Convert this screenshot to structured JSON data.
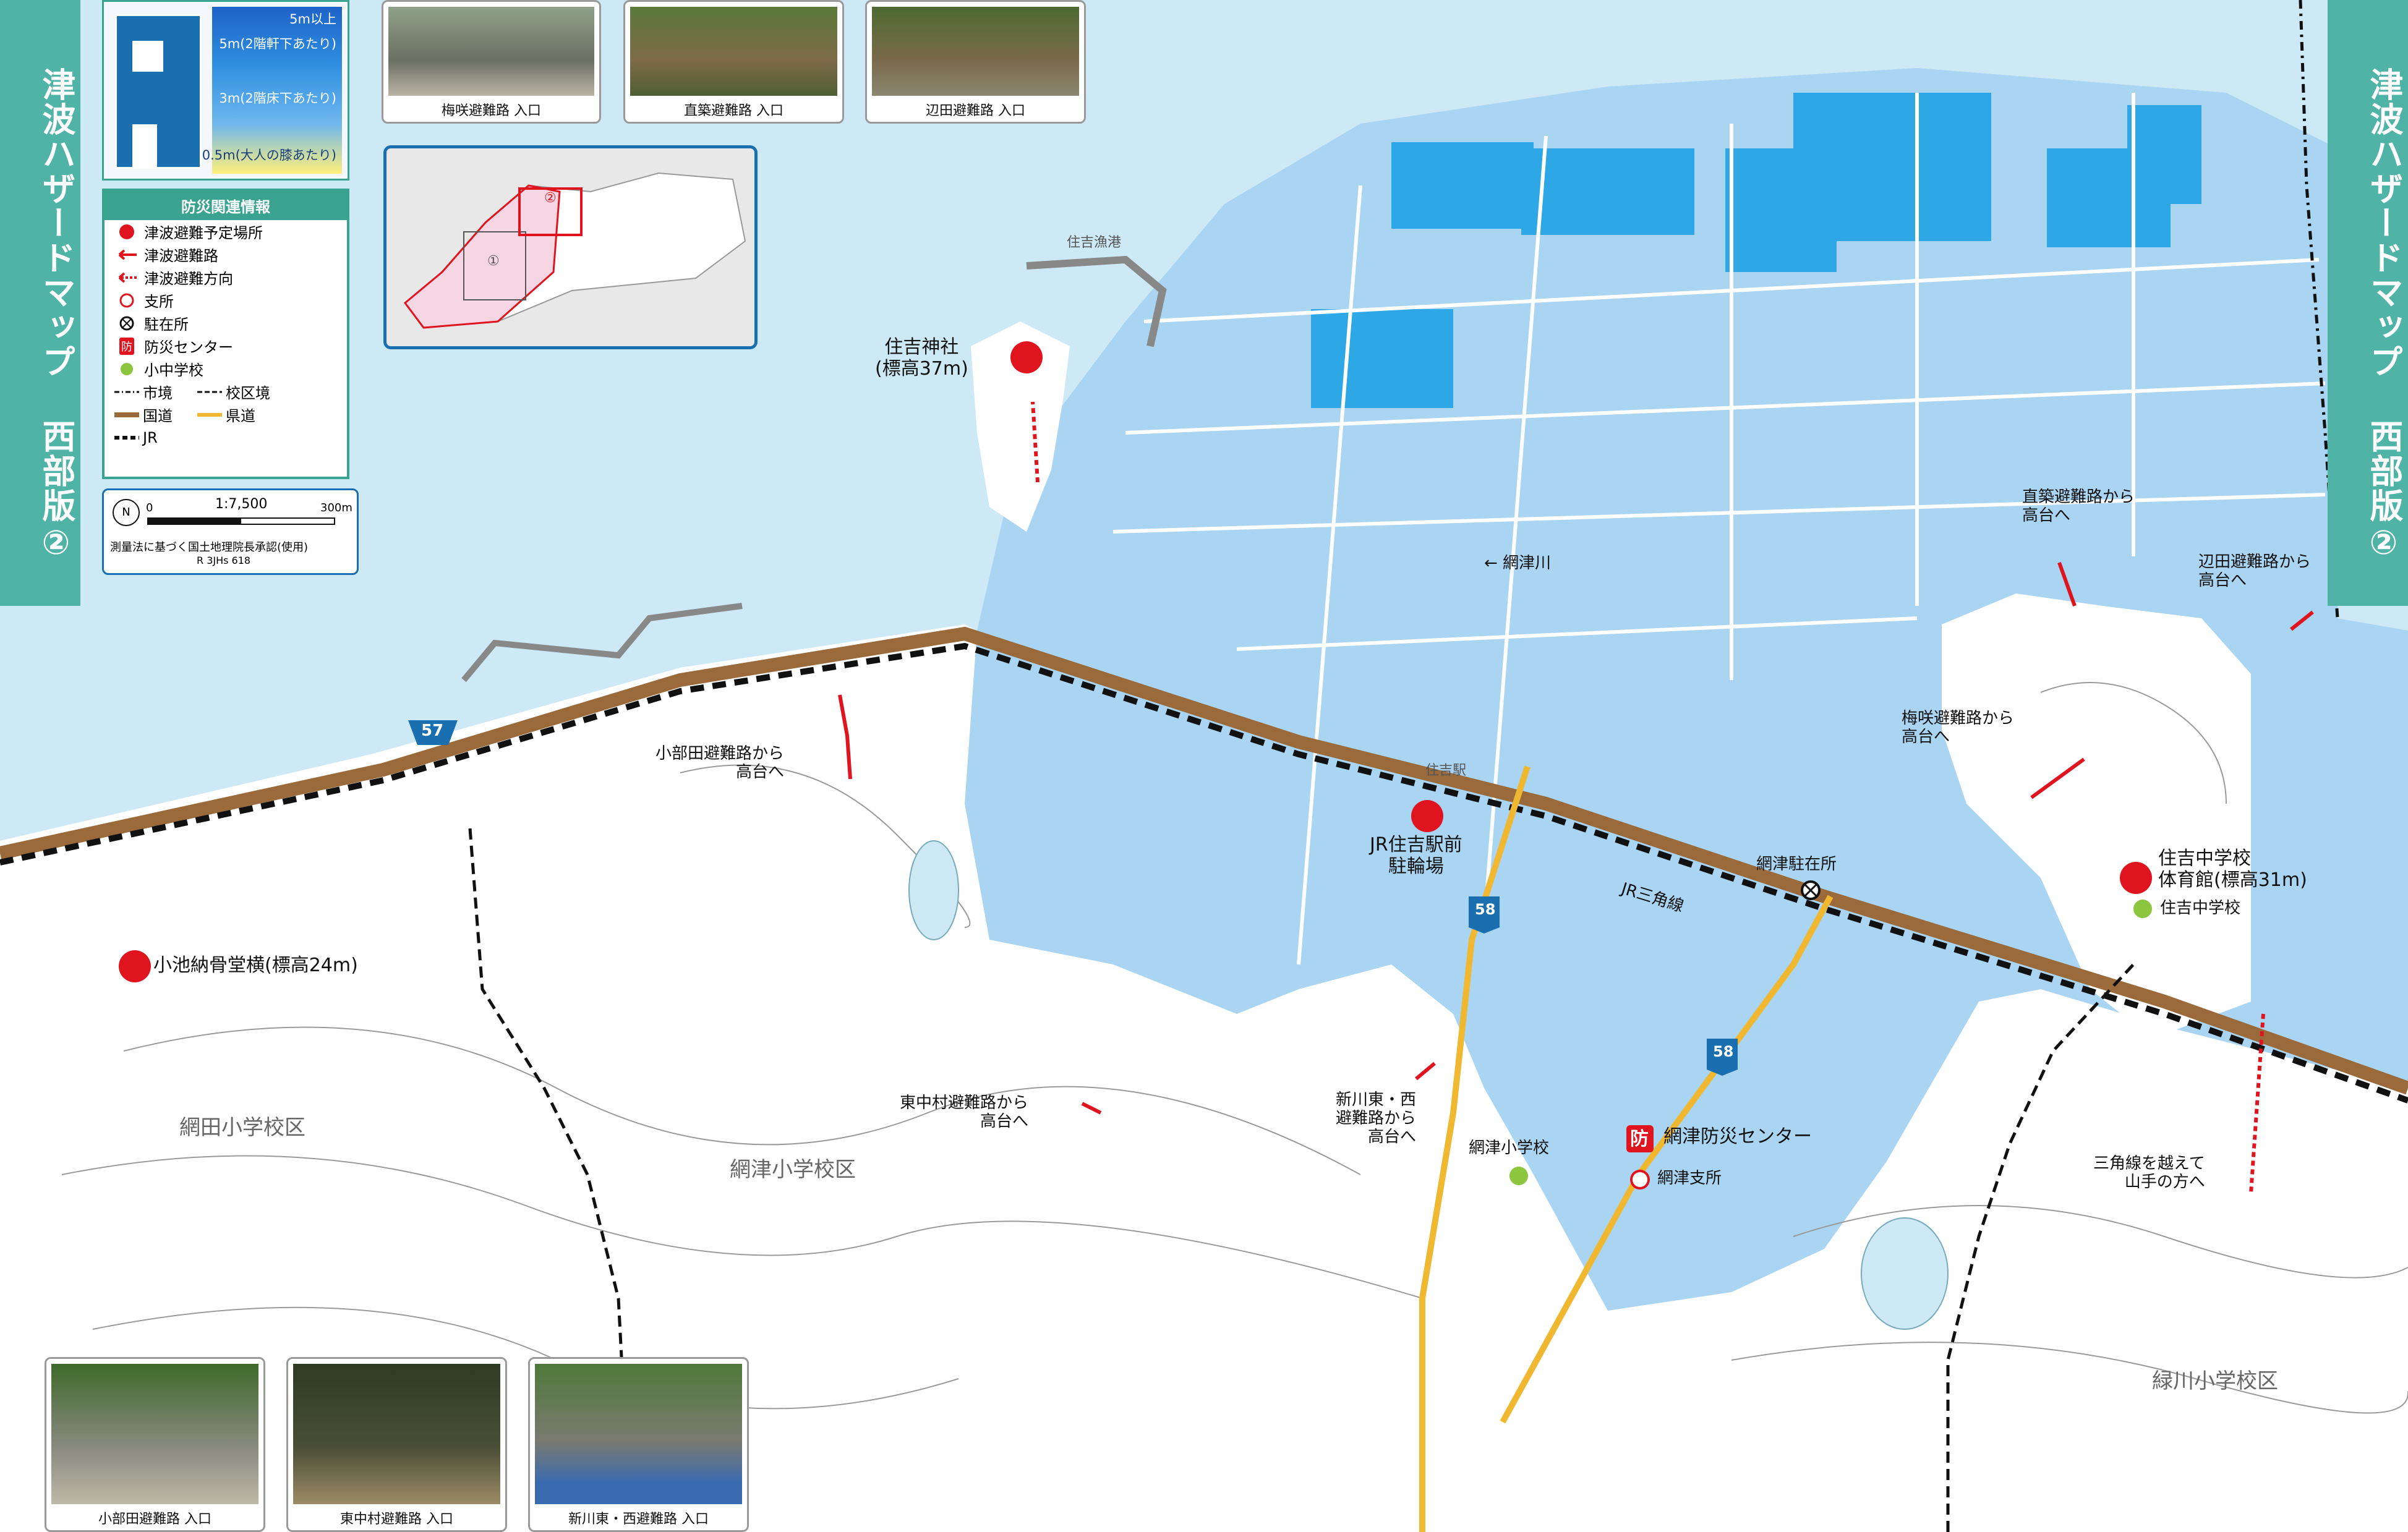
{
  "side_tab": {
    "left": "津波ハザードマップ 西部版②",
    "right": "津波ハザードマップ 西部版②"
  },
  "depth_legend": {
    "levels": [
      {
        "label": "5m以上",
        "color": "#1e63c8"
      },
      {
        "label": "5m(2階軒下あたり)",
        "color": "#2f8fe0"
      },
      {
        "label": "3m(2階床下あたり)",
        "color": "#6fb7ee"
      },
      {
        "label": "0.5m(大人の膝あたり)",
        "color": "#fff07a"
      }
    ]
  },
  "legend": {
    "title": "防災関連情報",
    "items": [
      {
        "symbol": "red-dot-icon",
        "label": "津波避難予定場所"
      },
      {
        "symbol": "red-arrow-icon",
        "label": "津波避難路"
      },
      {
        "symbol": "red-dotted-arrow-icon",
        "label": "津波避難方向"
      },
      {
        "symbol": "red-circle-icon",
        "label": "支所"
      },
      {
        "symbol": "police-box-icon",
        "label": "駐在所"
      },
      {
        "symbol": "disaster-center-icon",
        "label": "防災センター"
      },
      {
        "symbol": "green-dot-icon",
        "label": "小中学校"
      }
    ],
    "lines": [
      {
        "label": "市境",
        "label2": "校区境"
      },
      {
        "label": "国道",
        "label2": "県道"
      },
      {
        "label": "JR",
        "label2": ""
      }
    ],
    "disaster_icon_char": "防"
  },
  "scale": {
    "ratio": "1:7,500",
    "start": "0",
    "end": "300m",
    "north": "N",
    "note1": "測量法に基づく国土地理院長承認(使用)",
    "note2": "R 3JHs 618"
  },
  "photos_top": [
    {
      "caption": "梅咲避難路 入口"
    },
    {
      "caption": "直築避難路 入口"
    },
    {
      "caption": "辺田避難路 入口"
    }
  ],
  "photos_bottom": [
    {
      "caption": "小部田避難路 入口"
    },
    {
      "caption": "東中村避難路 入口"
    },
    {
      "caption": "新川東・西避難路 入口"
    }
  ],
  "inset": {
    "area1": "①",
    "area2": "②"
  },
  "routes": {
    "r57": "57",
    "r58a": "58",
    "r58b": "58"
  },
  "map_labels": {
    "sumiyoshi_shrine": "住吉神社\n(標高37m)",
    "jr_station_parking": "JR住吉駅前\n駐輪場",
    "koike_nokotsudo": "小池納骨堂横(標高24m)",
    "sumiyoshi_jh": "住吉中学校\n体育館(標高31m)",
    "sumiyoshi_jh_green": "住吉中学校",
    "obuta_route": "小部田避難路から\n高台へ",
    "higashinakamura_route": "東中村避難路から\n高台へ",
    "shinkawa_route": "新川東・西\n避難路から\n高台へ",
    "jikitsuki_route": "直築避難路から\n高台へ",
    "umesaki_route": "梅咲避難路から\n高台へ",
    "henda_route": "辺田避難路から\n高台へ",
    "sankaku_route": "三角線を越えて\n山手の方へ",
    "outa_police": "網津駐在所",
    "outa_center": "網津防災センター",
    "outa_branch": "網津支所",
    "outa_es": "網津小学校",
    "outa_river": "← 網津川",
    "jr_line": "JR三角線",
    "sumiyoshi_station": "住吉駅",
    "port": "住吉漁港",
    "ota_school_district": "網田小学校区",
    "outa_school_district": "網津小学校区",
    "midorikawa_school_district": "緑川小学校区"
  },
  "colors": {
    "sea": "#cde9f6",
    "flood": "#a9d4f2",
    "flood_deep": "#2ea7e6",
    "flood_light": "#fff07a",
    "highway": "#9a6a3a",
    "prefroad": "#f0b830",
    "red": "#e0141e",
    "green": "#8cc63f",
    "teal": "#4fb3a6"
  }
}
